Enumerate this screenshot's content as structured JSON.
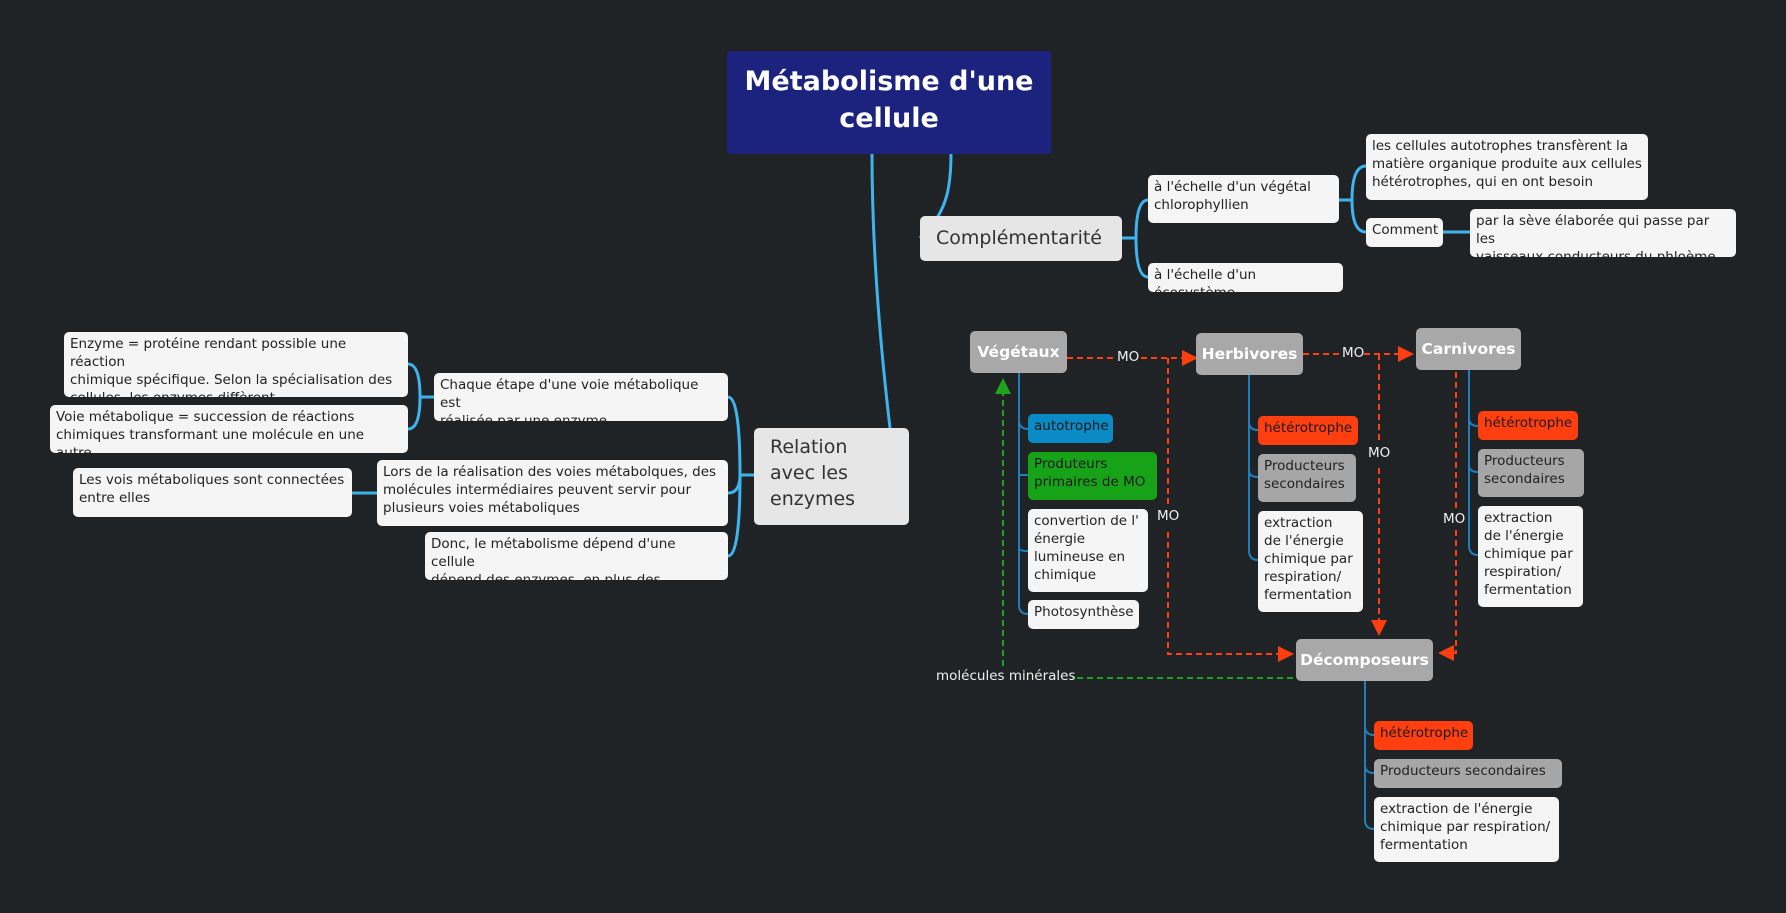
{
  "root": {
    "title": "Métabolisme d'une\ncellule"
  },
  "complementarite": {
    "label": "Complémentarité",
    "vegetal": "à l'échelle d'un végétal\nchlorophyllien",
    "ecosysteme": "à l'échelle d'un écosystème",
    "transfert": "les cellules autotrophes transfèrent la\nmatière organique produite aux cellules\nhétérotrophes, qui en ont besoin",
    "comment": "Comment",
    "seve": "par la sève élaborée qui passe par les\nvaisseaux conducteurs du phloème"
  },
  "relation": {
    "label": "Relation\navec les\nenzymes",
    "etape": "Chaque étape d'une voie métabolique est\nréalisée par une enzyme",
    "enzyme_def": "Enzyme = protéine rendant possible une réaction\nchimique spécifique. Selon la spécialisation des\ncellules, les enzymes diffèrent",
    "voie_def": "Voie métabolique = succession de réactions\nchimiques transformant une molécule en une autre",
    "intermediaires": "Lors de la réalisation des voies métabolques, des\nmolécules intermédiaires peuvent servir pour\nplusieurs voies métaboliques",
    "connectees": "Les vois métaboliques sont connectées\nentre elles",
    "donc": "Donc, le métabolisme dépend d'une cellule\ndépend des enzymes, en plus des organites"
  },
  "vegetaux": {
    "label": "Végétaux",
    "type": "autotrophe",
    "role": "Produteurs\nprimaires de MO",
    "energie": "convertion de l'\nénergie\nlumineuse en\nchimique",
    "process": "Photosynthèse"
  },
  "herbivores": {
    "label": "Herbivores",
    "type": "hétérotrophe",
    "role": "Producteurs\nsecondaires",
    "energie": "extraction\nde l'énergie\nchimique par\nrespiration/\nfermentation"
  },
  "carnivores": {
    "label": "Carnivores",
    "type": "hétérotrophe",
    "role": "Producteurs\nsecondaires",
    "energie": "extraction\nde l'énergie\nchimique par\nrespiration/\nfermentation"
  },
  "decomposeurs": {
    "label": "Décomposeurs",
    "type": "hétérotrophe",
    "role": "Producteurs secondaires",
    "energie": "extraction de l'énergie\nchimique par respiration/\nfermentation"
  },
  "labels": {
    "mo_veg_herb": "MO",
    "mo_herb_carn": "MO",
    "mo_veg_dec": "MO",
    "mo_herb_dec": "MO",
    "mo_carn_dec": "MO",
    "mineral": "molécules minérales"
  },
  "colors": {
    "background": "#202325",
    "root": "#1b237e",
    "connector": "#3db4ee",
    "branch": "#1e7fbf",
    "flow_mo": "#ff3f0f",
    "flow_mineral": "#1fa31f",
    "autotrophe": "#0b8bc6",
    "producteurs_primaires": "#17a317",
    "heterotrophe": "#ff3f0f"
  }
}
